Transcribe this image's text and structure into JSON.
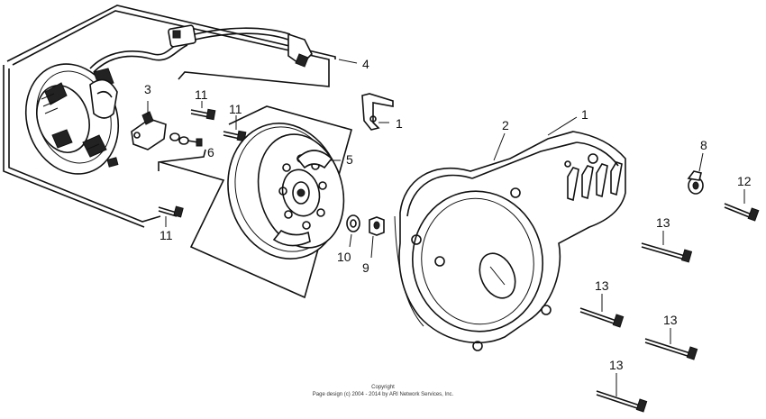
{
  "callouts": [
    {
      "id": "c1a",
      "text": "1"
    },
    {
      "id": "c1b",
      "text": "1"
    },
    {
      "id": "c2",
      "text": "2"
    },
    {
      "id": "c3",
      "text": "3"
    },
    {
      "id": "c4",
      "text": "4"
    },
    {
      "id": "c5",
      "text": "5"
    },
    {
      "id": "c6",
      "text": "6"
    },
    {
      "id": "c8",
      "text": "8"
    },
    {
      "id": "c9",
      "text": "9"
    },
    {
      "id": "c10",
      "text": "10"
    },
    {
      "id": "c11a",
      "text": "11"
    },
    {
      "id": "c11b",
      "text": "11"
    },
    {
      "id": "c11c",
      "text": "11"
    },
    {
      "id": "c12",
      "text": "12"
    },
    {
      "id": "c13a",
      "text": "13"
    },
    {
      "id": "c13b",
      "text": "13"
    },
    {
      "id": "c13c",
      "text": "13"
    },
    {
      "id": "c13d",
      "text": "13"
    }
  ],
  "copyright": {
    "line1": "Copyright",
    "line2": "Page design (c) 2004 - 2014 by ARI Network Services, Inc."
  }
}
